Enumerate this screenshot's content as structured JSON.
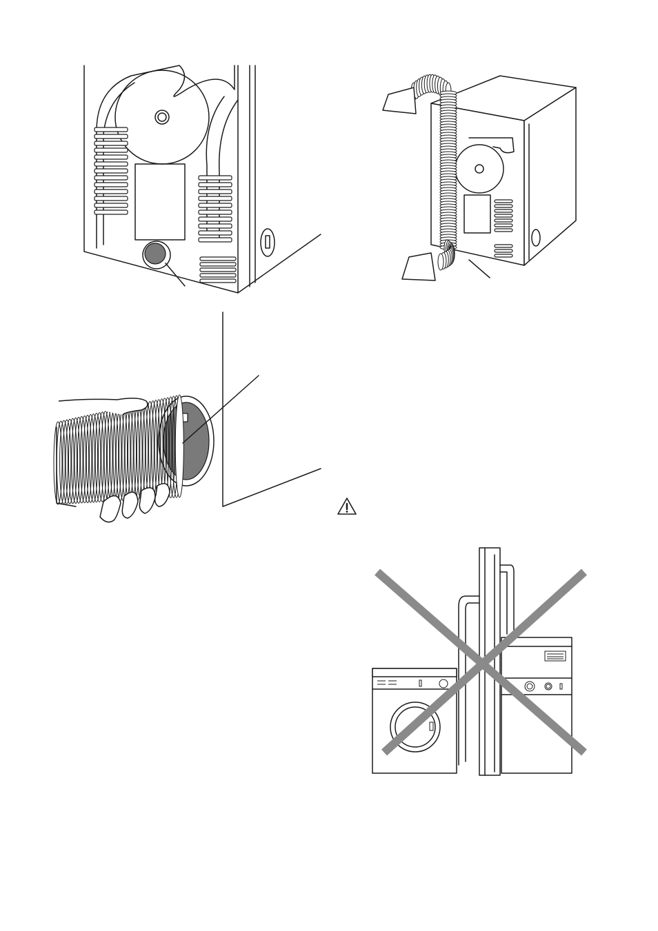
{
  "figures": {
    "dryer_back_outlet": {
      "icon": "dryer-back-outlet-illustration"
    },
    "dryer_with_hose": {
      "icon": "dryer-with-vent-hose-illustration"
    },
    "hose_connection": {
      "icon": "hand-connecting-hose-illustration"
    },
    "warning": {
      "icon": "warning-triangle-icon"
    },
    "prohibited_install": {
      "icon": "prohibited-stacking-illustration",
      "cross_color": "#8a8a8a"
    }
  },
  "colors": {
    "line": "#1a1a1a",
    "shade": "#7a7a7a",
    "cross": "#8a8a8a"
  }
}
